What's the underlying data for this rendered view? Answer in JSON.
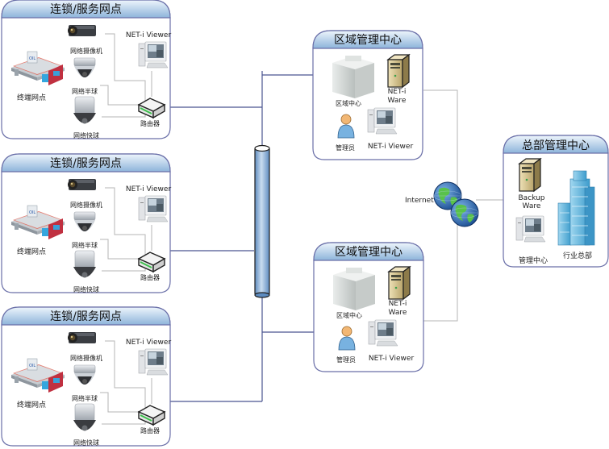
{
  "colors": {
    "panel_border": "#6a6fa8",
    "header_top": "#eaf2fb",
    "header_bottom": "#8fb6dc",
    "backbone_line": "#4a5590",
    "lan_line": "#b5b5b5",
    "pipe": "#7fa7d1"
  },
  "branch_sites": [
    {
      "title": "连锁/服务网点",
      "camera_box": "网络摄像机",
      "camera_dome": "网络半球",
      "camera_ptz": "网络快球",
      "store": "终端网点",
      "viewer": "NET-i Viewer",
      "router": "路由器"
    },
    {
      "title": "连锁/服务网点",
      "camera_box": "网络摄像机",
      "camera_dome": "网络半球",
      "camera_ptz": "网络快球",
      "store": "终端网点",
      "viewer": "NET-i Viewer",
      "router": "路由器"
    },
    {
      "title": "连锁/服务网点",
      "camera_box": "网络摄像机",
      "camera_dome": "网络半球",
      "camera_ptz": "网络快球",
      "store": "终端网点",
      "viewer": "NET-i Viewer",
      "router": "路由器"
    }
  ],
  "regional_centers": [
    {
      "title": "区域管理中心",
      "building": "区域中心",
      "server_line1": "NET-i",
      "server_line2": "Ware",
      "admin": "管理员",
      "viewer": "NET-i Viewer"
    },
    {
      "title": "区域管理中心",
      "building": "区域中心",
      "server_line1": "NET-i",
      "server_line2": "Ware",
      "admin": "管理员",
      "viewer": "NET-i Viewer"
    }
  ],
  "hq": {
    "title": "总部管理中心",
    "backup_line1": "Backup",
    "backup_line2": "Ware",
    "mgmt": "管理中心",
    "industry_hq": "行业总部"
  },
  "internet": {
    "label": "Internet"
  },
  "icons": {
    "camera_box": "box-camera-icon",
    "camera_dome": "dome-camera-icon",
    "camera_ptz": "ptz-camera-icon",
    "store": "storefront-icon",
    "viewer": "workstation-icon",
    "router": "router-icon",
    "server": "server-icon",
    "building": "office-building-icon",
    "admin": "user-icon",
    "skyscraper": "skyscraper-icon",
    "globe": "globe-icon",
    "backbone": "backbone-pipe-icon"
  }
}
